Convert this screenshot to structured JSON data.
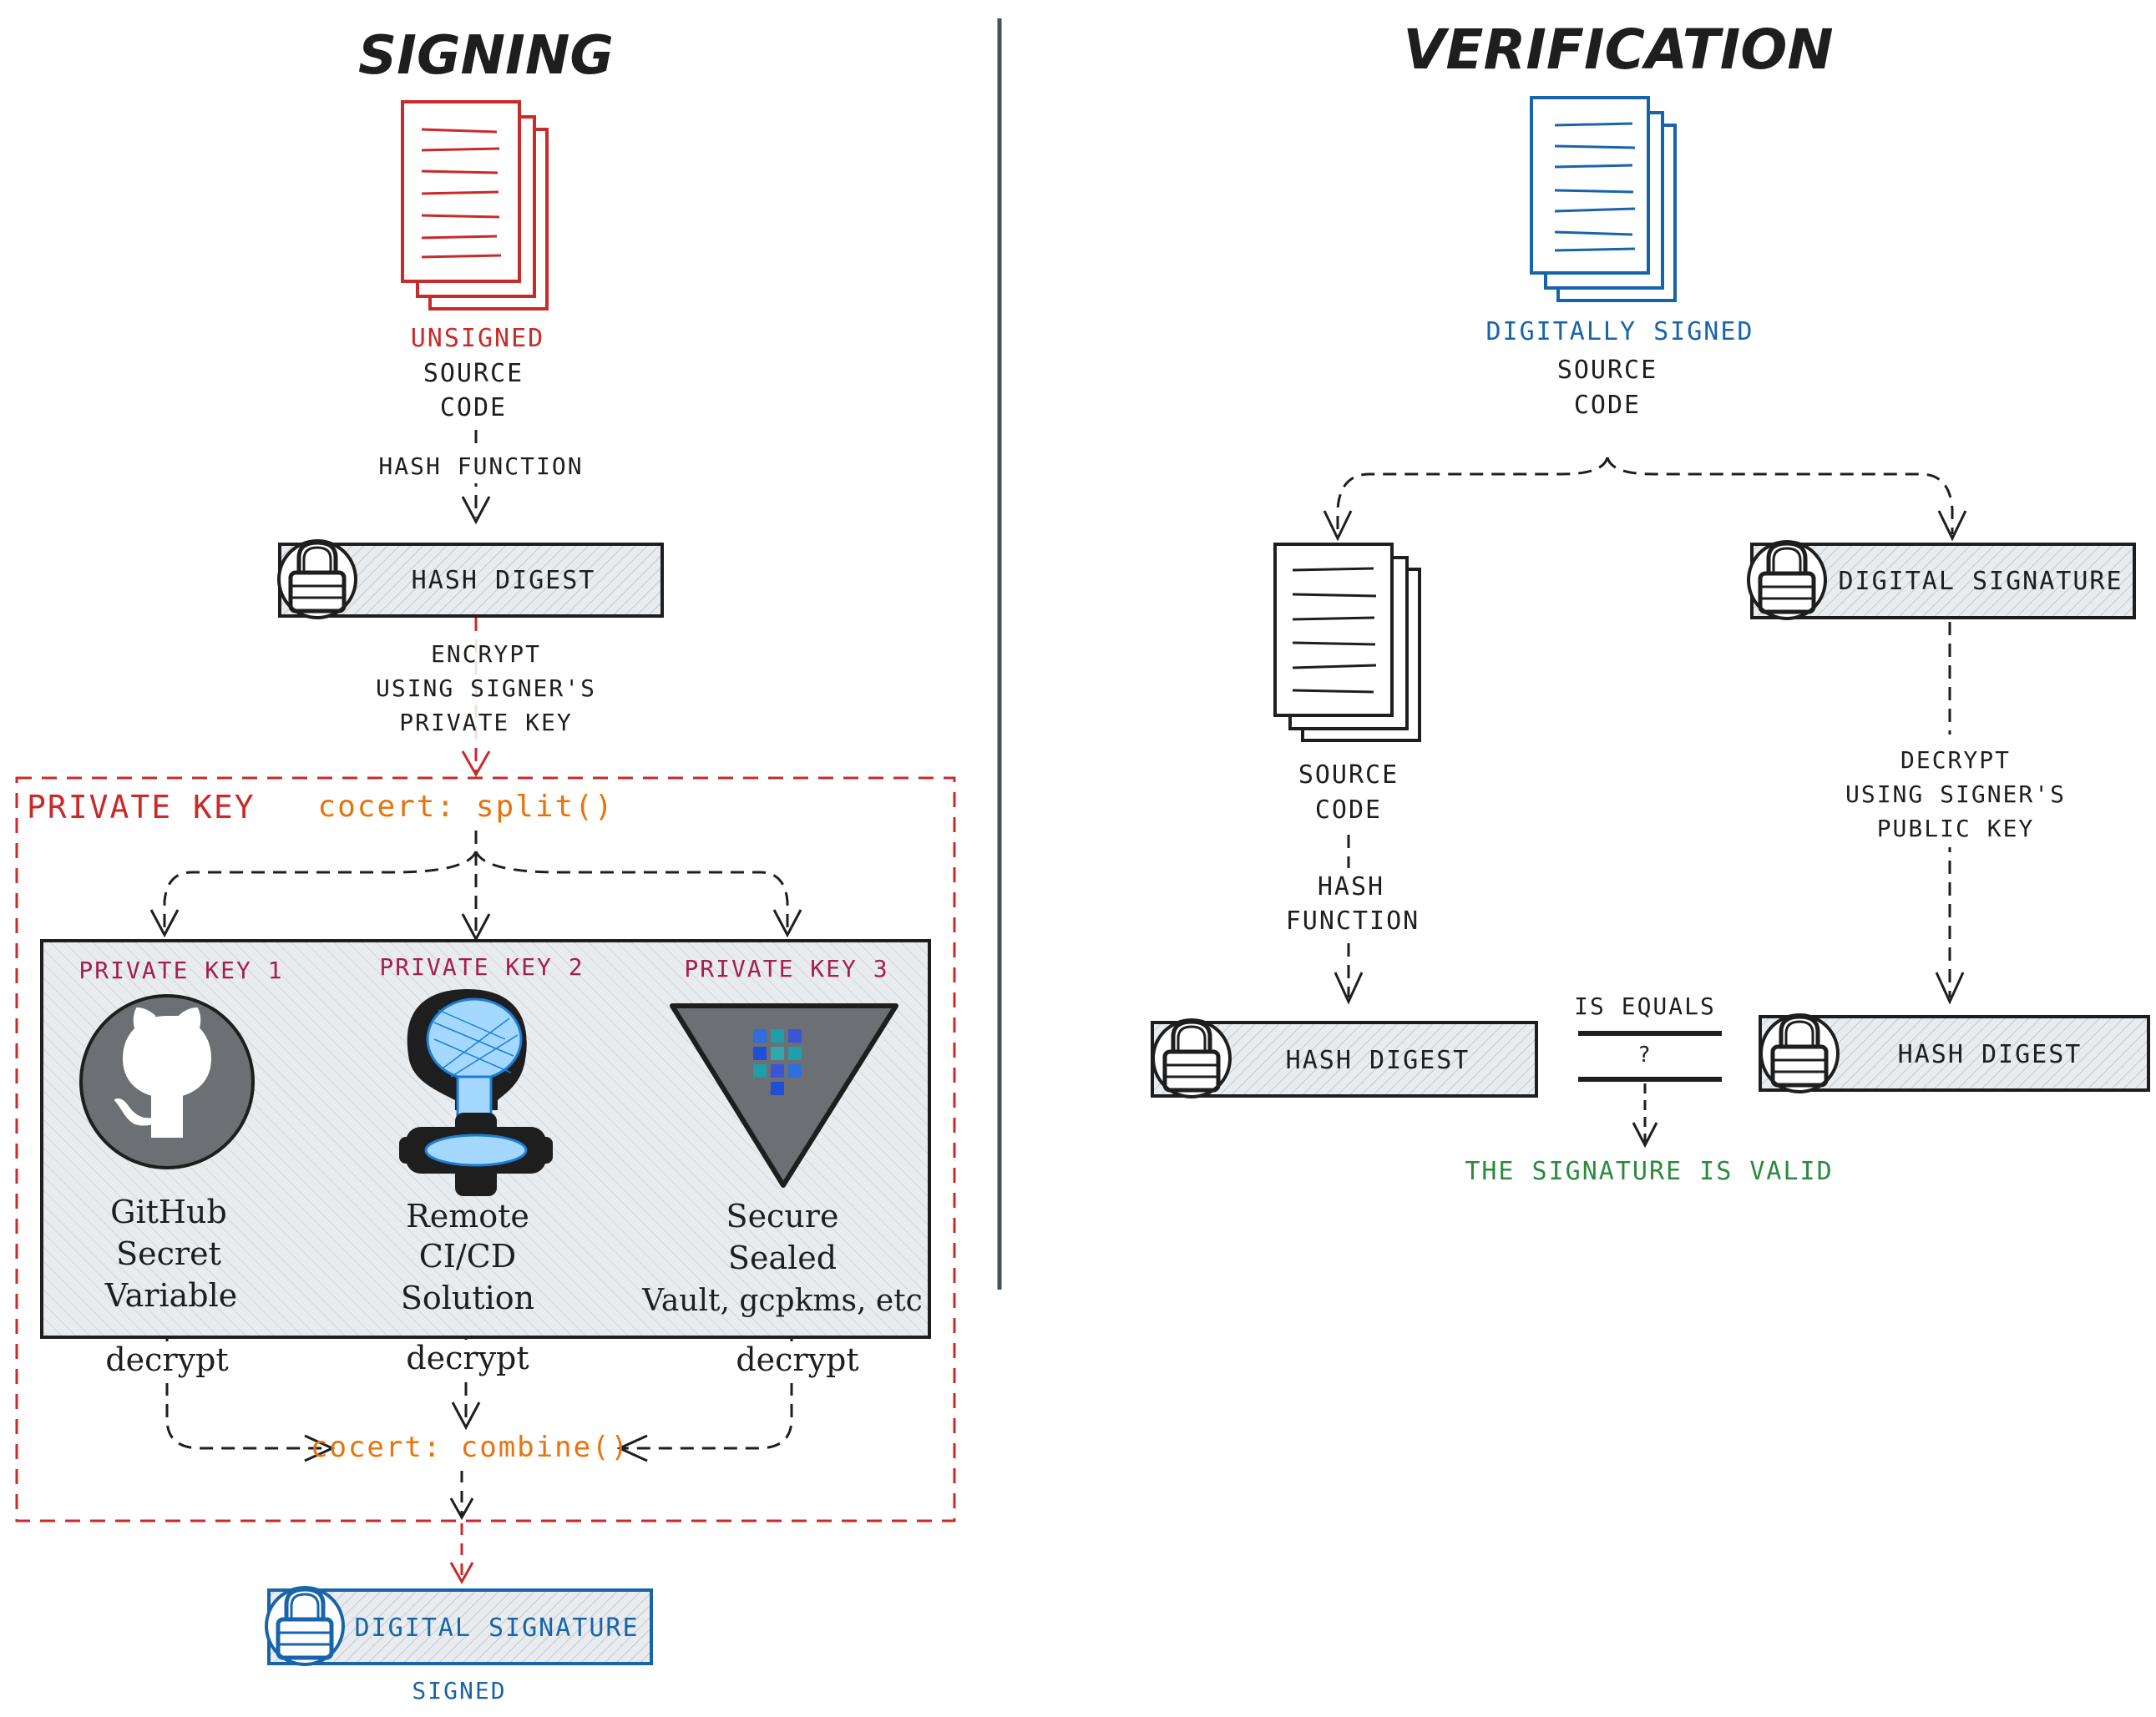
{
  "signing": {
    "title": "SIGNING",
    "unsigned_label": "UNSIGNED",
    "source_line1": "SOURCE",
    "source_line2": "CODE",
    "hash_function": "HASH FUNCTION",
    "hash_digest": "HASH DIGEST",
    "encrypt_line1": "ENCRYPT",
    "encrypt_line2": "USING SIGNER'S",
    "encrypt_line3": "PRIVATE KEY",
    "private_key_box": "PRIVATE KEY",
    "split_call": "cocert: split()",
    "keys": [
      {
        "label": "PRIVATE KEY 1",
        "line1": "GitHub",
        "line2": "Secret",
        "line3": "Variable"
      },
      {
        "label": "PRIVATE KEY 2",
        "line1": "Remote",
        "line2": "CI/CD",
        "line3": "Solution"
      },
      {
        "label": "PRIVATE KEY 3",
        "line1": "Secure",
        "line2": "Sealed",
        "line3": "Vault, gcpkms, etc"
      }
    ],
    "decrypt": "decrypt",
    "combine_call": "cocert: combine()",
    "digital_signature": "DIGITAL SIGNATURE",
    "signed_label": "SIGNED"
  },
  "verification": {
    "title": "VERIFICATION",
    "signed_label": "DIGITALLY SIGNED",
    "source_line1": "SOURCE",
    "source_line2": "CODE",
    "left_source_line1": "SOURCE",
    "left_source_line2": "CODE",
    "hash_line1": "HASH",
    "hash_line2": "FUNCTION",
    "hash_digest_left": "HASH DIGEST",
    "digital_signature": "DIGITAL SIGNATURE",
    "decrypt_line1": "DECRYPT",
    "decrypt_line2": "USING SIGNER'S",
    "decrypt_line3": "PUBLIC KEY",
    "hash_digest_right": "HASH DIGEST",
    "is_equals": "IS EQUALS",
    "question": "?",
    "valid": "THE SIGNATURE IS VALID"
  },
  "colors": {
    "red": "#c92a2a",
    "blue": "#1864ab",
    "orange": "#e8730c",
    "magenta": "#a61e4d",
    "green": "#2b8a3e",
    "black": "#1e1e1e",
    "box_fill": "#e9ecef"
  },
  "icons": [
    "padlock-icon",
    "document-stack-icon",
    "github-octocat-icon",
    "cicd-fountain-icon",
    "vault-triangle-icon"
  ]
}
